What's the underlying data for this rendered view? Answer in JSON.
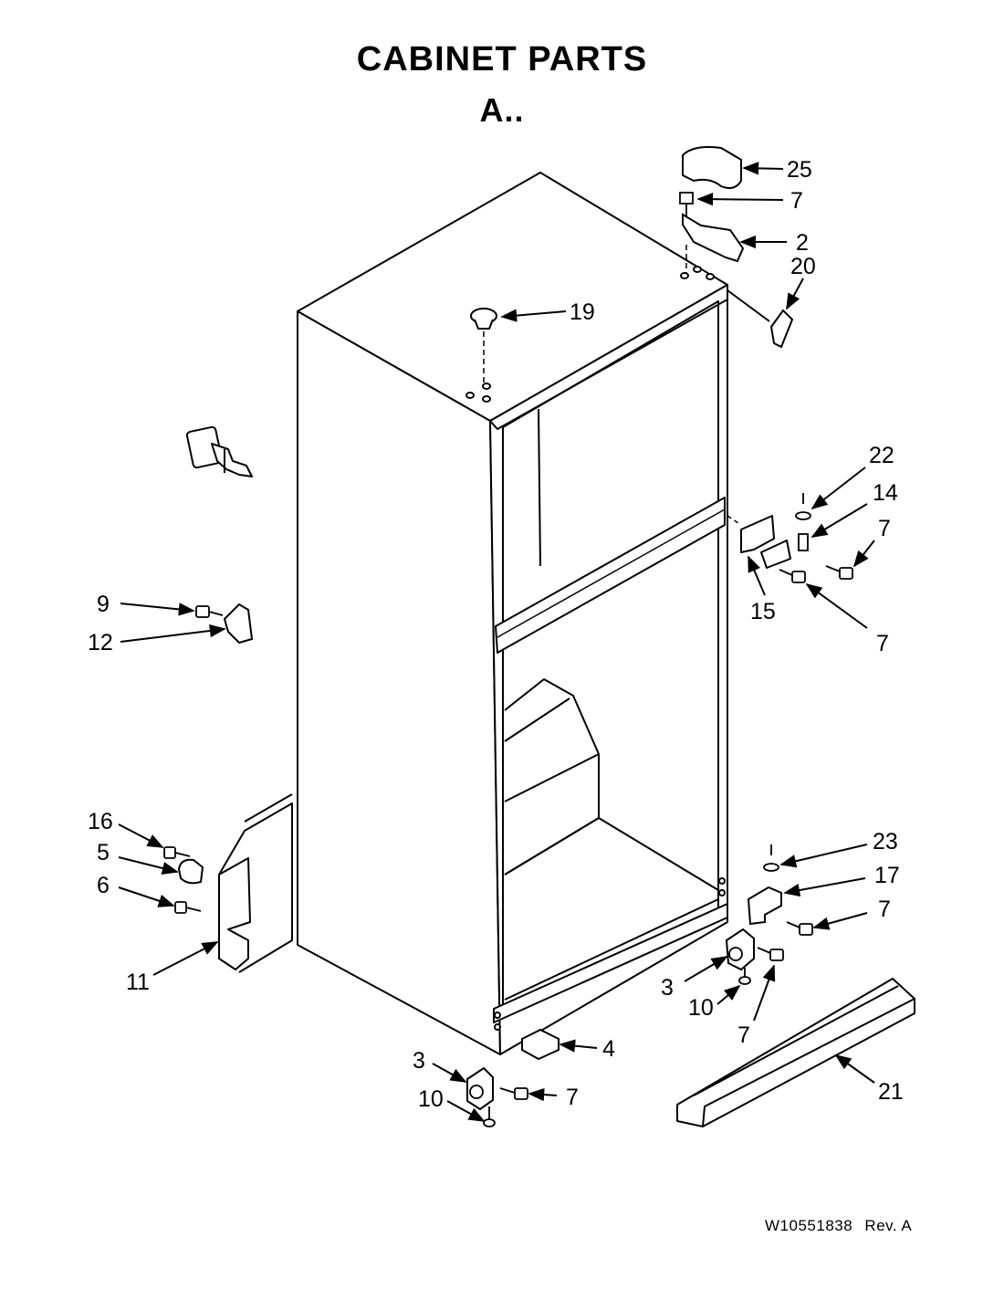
{
  "header": {
    "title": "CABINET PARTS",
    "subtitle": "A.."
  },
  "callouts": {
    "c25": "25",
    "c7_top": "7",
    "c2": "2",
    "c20": "20",
    "c19": "19",
    "c22": "22",
    "c14": "14",
    "c7_r1": "7",
    "c15": "15",
    "c7_r2": "7",
    "c9": "9",
    "c12": "12",
    "c16": "16",
    "c5": "5",
    "c6": "6",
    "c11": "11",
    "c23": "23",
    "c17": "17",
    "c7_r3": "7",
    "c3_r": "3",
    "c10_r": "10",
    "c7_r4": "7",
    "c4": "4",
    "c3_l": "3",
    "c10_l": "10",
    "c7_bot": "7",
    "c21": "21"
  },
  "footer": {
    "part_number": "W10551838",
    "revision": "Rev. A"
  }
}
